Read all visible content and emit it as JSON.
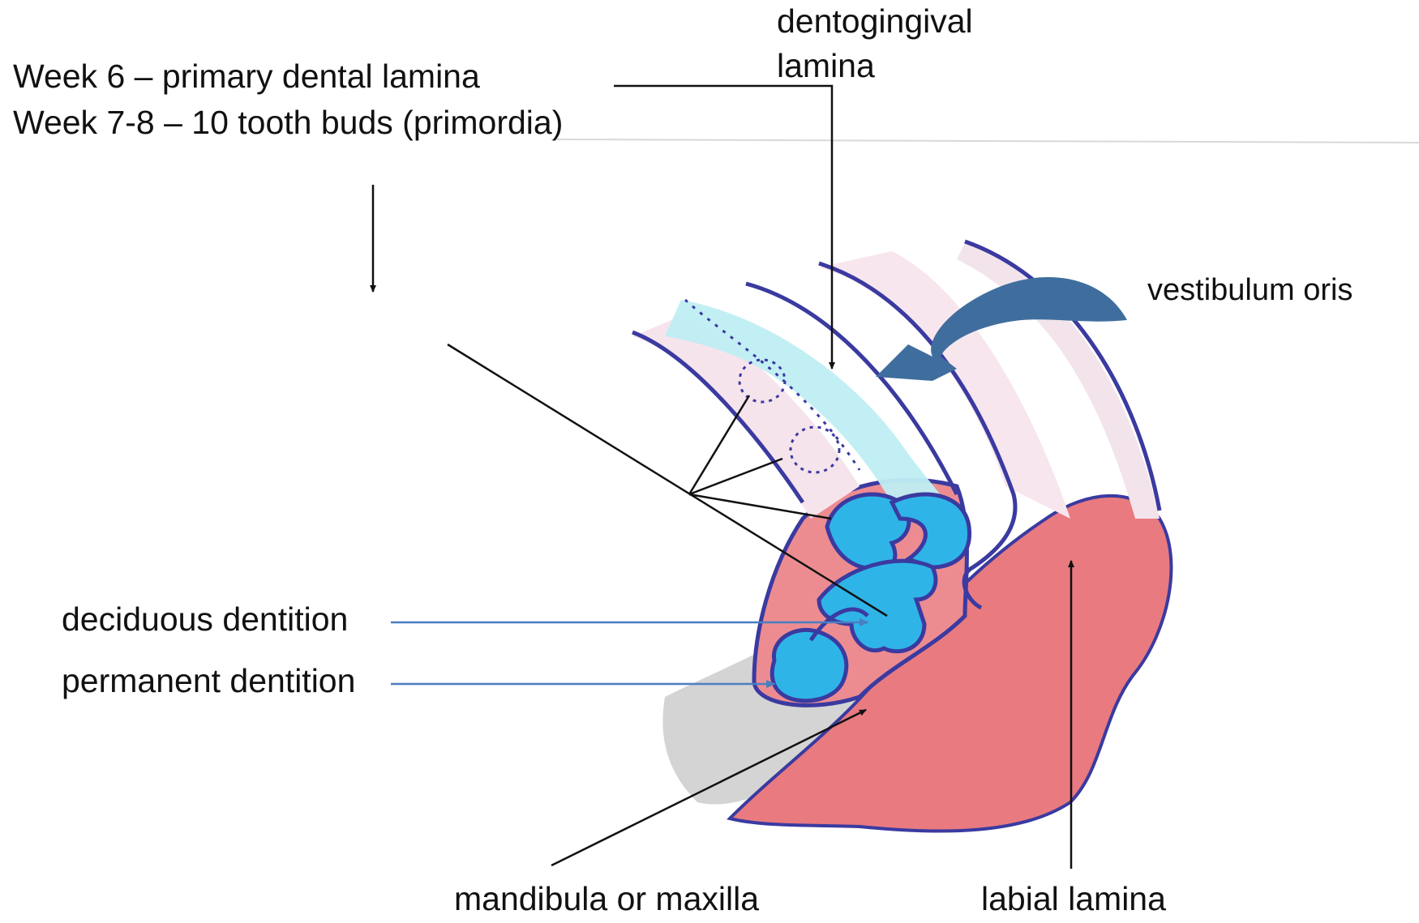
{
  "title_lines": {
    "line1": "Week 6 – primary dental lamina",
    "line2": "Week 7-8 – 10 tooth buds (primordia)"
  },
  "labels": {
    "dentogingival_line1": "dentogingival",
    "dentogingival_line2": "lamina",
    "vestibulum": "vestibulum oris",
    "deciduous": "deciduous dentition",
    "permanent": "permanent dentition",
    "mandibula": "mandibula or maxilla",
    "labial": "labial lamina"
  },
  "colors": {
    "ink": "#111111",
    "outline": "#3a3aa0",
    "tooth_bud": "#2fb4e8",
    "dental_lamina_tint": "#bfeef3",
    "mesenchyme_red": "#e9777c",
    "bone_gray": "#c9c9c9",
    "vestibule_arrow": "#3f6e9e",
    "pointer_blue": "#4a7fc1"
  }
}
